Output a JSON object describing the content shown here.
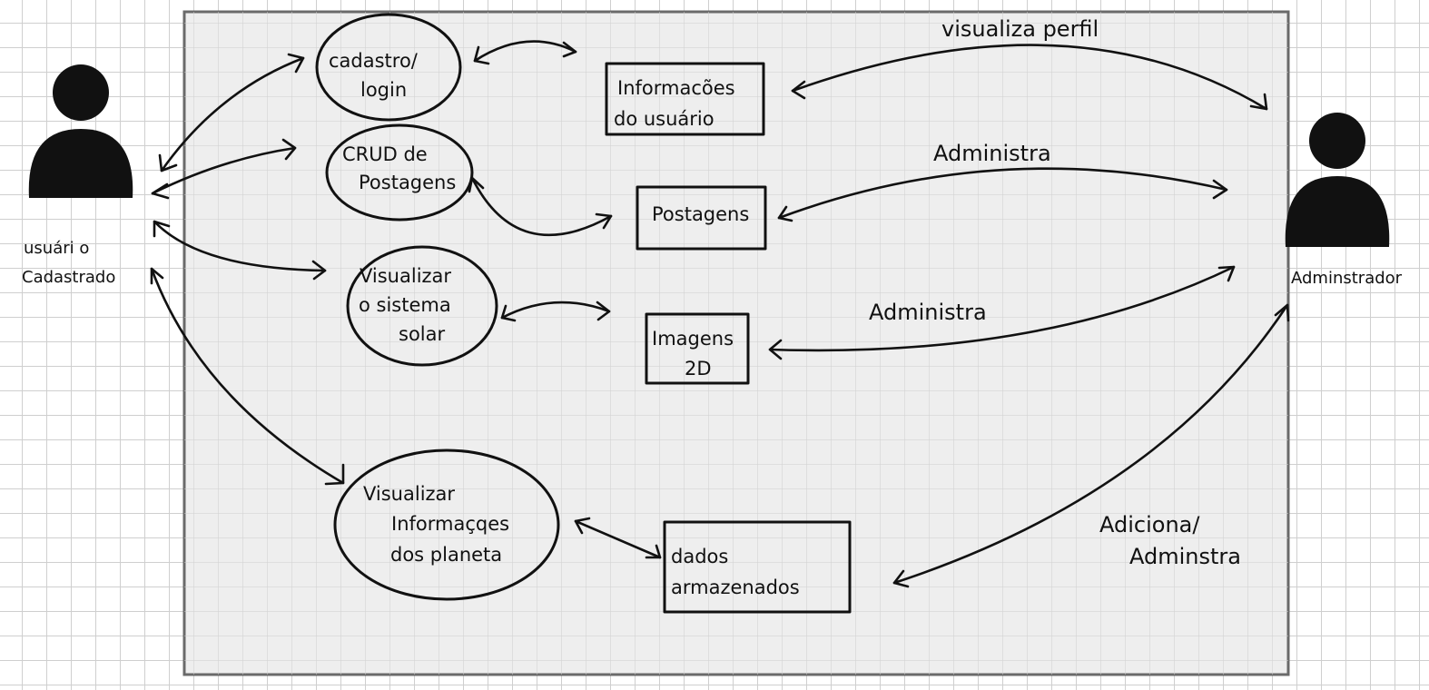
{
  "actors": {
    "user": {
      "line1": "usuári o",
      "line2": "Cadastrado"
    },
    "admin": {
      "label": "Adminstrador"
    }
  },
  "use_cases": {
    "login": {
      "line1": "cadastro/",
      "line2": "login"
    },
    "crud": {
      "line1": "CRUD de",
      "line2": "Postagens"
    },
    "solar": {
      "line1": "Visualizar",
      "line2": "o sistema",
      "line3": "solar"
    },
    "planets": {
      "line1": "Visualizar",
      "line2": "Informaçqes",
      "line3": "dos planeta"
    }
  },
  "entities": {
    "user_info": {
      "line1": "Informacões",
      "line2": "do usuário"
    },
    "posts": {
      "label": "Postagens"
    },
    "images": {
      "line1": "Imagens",
      "line2": "2D"
    },
    "stored": {
      "line1": "dados",
      "line2": "armazenados"
    }
  },
  "edge_labels": {
    "view_profile": "visualiza perfil",
    "manage_posts": "Administra",
    "manage_images": "Administra",
    "add_manage_1": "Adiciona/",
    "add_manage_2": "Adminstra"
  },
  "colors": {
    "ink": "#111111",
    "board_fill": "#eeeeee",
    "grid": "#cfcfcf"
  },
  "icons": {
    "user_actor": "person-icon",
    "admin_actor": "person-icon"
  }
}
